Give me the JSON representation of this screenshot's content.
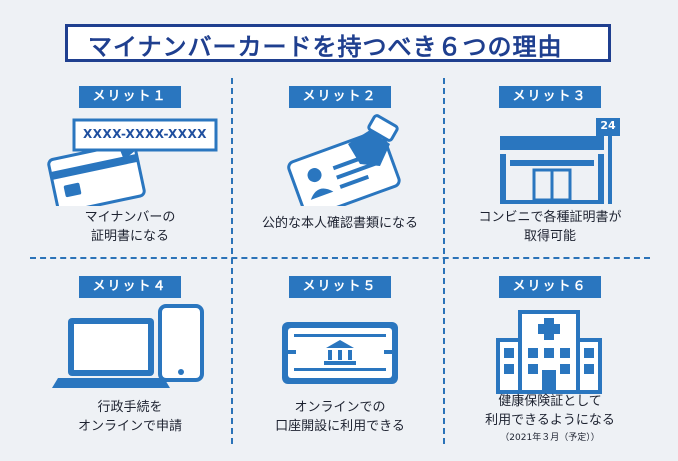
{
  "title": "マイナンバーカードを持つべき６つの理由",
  "colors": {
    "primary": "#2a76bf",
    "title_blue": "#1f3f8f",
    "background": "#eef1f5"
  },
  "cells": [
    {
      "badge": "メリット１",
      "caption": "マイナンバーの\n証明書になる",
      "icon": "id-card-with-number-icon",
      "card_number": "XXXX-XXXX-XXXX"
    },
    {
      "badge": "メリット２",
      "caption": "公的な本人確認書類になる",
      "icon": "hand-holding-id-card-icon"
    },
    {
      "badge": "メリット３",
      "caption": "コンビニで各種証明書が\n取得可能",
      "icon": "convenience-store-icon",
      "sign": "24"
    },
    {
      "badge": "メリット４",
      "caption": "行政手続を\nオンラインで申請",
      "icon": "laptop-and-smartphone-icon"
    },
    {
      "badge": "メリット５",
      "caption": "オンラインでの\n口座開設に利用できる",
      "icon": "bank-passbook-icon"
    },
    {
      "badge": "メリット６",
      "caption": "健康保険証として\n利用できるようになる",
      "icon": "hospital-icon",
      "note": "（2021年３月（予定））"
    }
  ]
}
